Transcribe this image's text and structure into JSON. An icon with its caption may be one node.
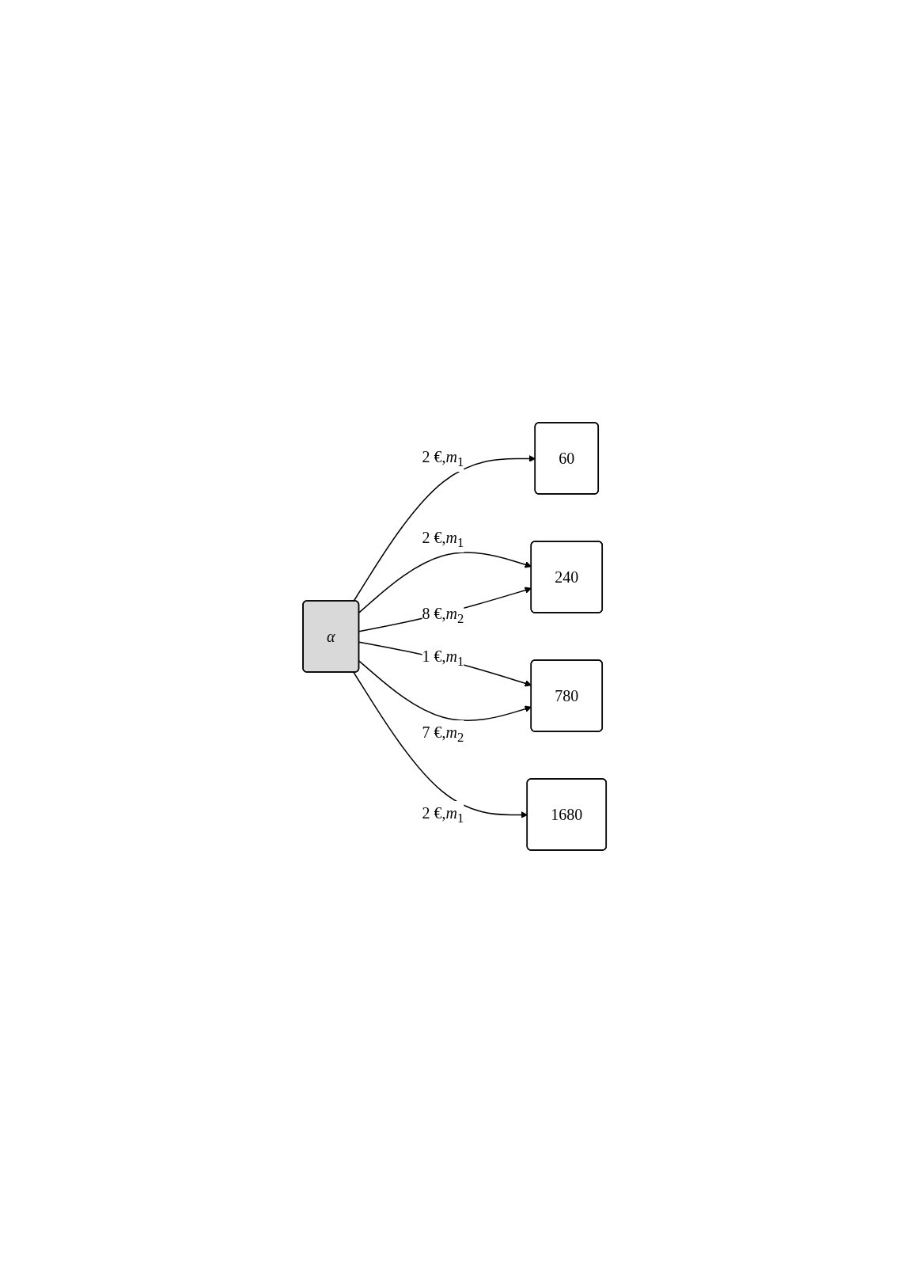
{
  "diagram": {
    "nodes": [
      {
        "text": [
          "α"
        ]
      },
      {
        "text": [
          "60"
        ]
      },
      {
        "text": [
          "240"
        ]
      },
      {
        "text": [
          "780"
        ]
      },
      {
        "text": [
          "1680"
        ]
      }
    ],
    "edges": [
      {
        "from": 0,
        "to": 1,
        "arrow": "to",
        "label": "2 €,*m*$_{1}$"
      },
      {
        "from": 0,
        "to": 2,
        "arrow": "to",
        "label": "2 €,*m*$_{1}$"
      },
      {
        "from": 0,
        "to": 2,
        "arrow": "to",
        "label": "8 €,*m*$_{2}$"
      },
      {
        "from": 0,
        "to": 3,
        "arrow": "to",
        "label": "1 €,*m*$_{1}$"
      },
      {
        "from": 0,
        "to": 3,
        "arrow": "to",
        "label": "7 €,*m*$_{2}$"
      },
      {
        "from": 0,
        "to": 4,
        "arrow": "to",
        "label": "2 €,*m*$_{1}$"
      }
    ]
  }
}
